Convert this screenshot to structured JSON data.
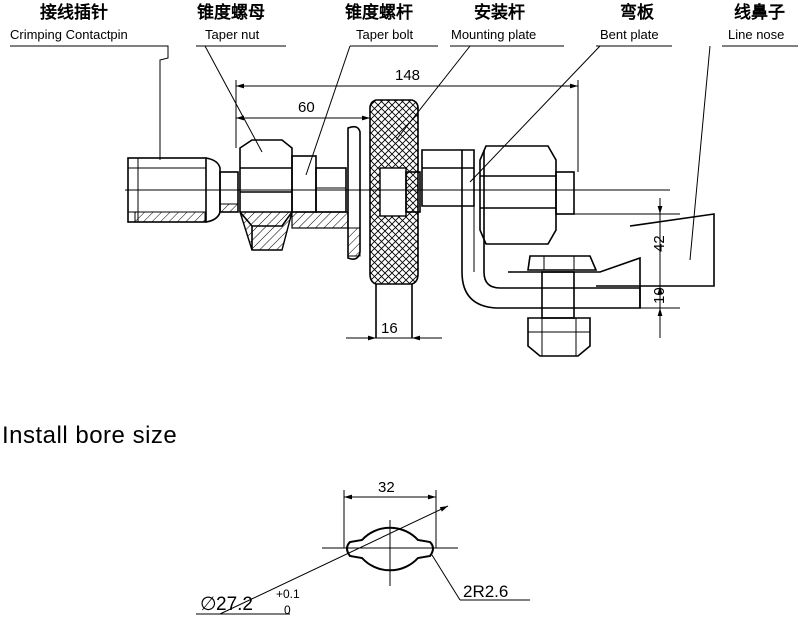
{
  "labels": {
    "crimping_contactpin": {
      "cn": "接线插针",
      "en": "Crimping Contactpin"
    },
    "taper_nut": {
      "cn": "锥度螺母",
      "en": "Taper nut"
    },
    "taper_bolt": {
      "cn": "锥度螺杆",
      "en": "Taper bolt"
    },
    "mounting_plate": {
      "cn": "安装杆",
      "en": "Mounting plate"
    },
    "bent_plate": {
      "cn": "弯板",
      "en": "Bent plate"
    },
    "line_nose": {
      "cn": "线鼻子",
      "en": "Line nose"
    }
  },
  "dimensions": {
    "overall_length": "148",
    "bolt_length": "60",
    "plate_thickness": "16",
    "line_nose_height": "42",
    "offset": "10"
  },
  "bore": {
    "title": "Install bore size",
    "width": "32",
    "diameter_symbol": "∅",
    "diameter": "27.2",
    "tol_upper": "+0.1",
    "tol_lower": "0",
    "radius": "2R2.6"
  }
}
